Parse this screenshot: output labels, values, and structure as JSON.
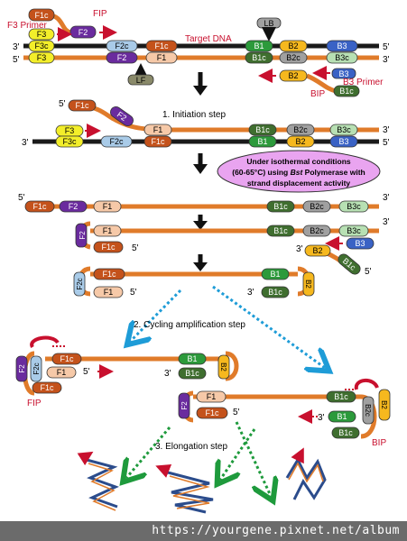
{
  "labels": {
    "f3_primer": "F3 Primer",
    "fip": "FIP",
    "target_dna": "Target DNA",
    "lb": "LB",
    "lf": "LF",
    "bip": "BIP",
    "b3_primer": "B3 Primer",
    "step1": "1. Initiation step",
    "isothermal_line1": "Under isothermal conditions",
    "isothermal_line2": "(60-65°C) using",
    "isothermal_bst": "Bst",
    "isothermal_line2b": "Polymerase with",
    "isothermal_line3": "strand displacement activity",
    "step2": "2. Cycling amplification step",
    "step3": "3. Elongation step",
    "fip_bottom": "FIP",
    "bip_bottom": "BIP",
    "end3": "3'",
    "end5": "5'"
  },
  "segments": {
    "F1c": "F1c",
    "F2": "F2",
    "F3": "F3",
    "F3c": "F3c",
    "F2c": "F2c",
    "F1": "F1",
    "B1": "B1",
    "B2": "B2",
    "B3": "B3",
    "B1c": "B1c",
    "B2c": "B2c",
    "B3c": "B3c"
  },
  "footer": "https://yourgene.pixnet.net/album",
  "colors": {
    "strand_orange": "#e07b2a",
    "strand_dark": "#1a1a1a",
    "F1c": "#c4521b",
    "F2": "#6a2b9e",
    "F3": "#f3ee2a",
    "F2c": "#a9cbe8",
    "F1": "#f6c9a8",
    "B1": "#2c9a3b",
    "B1c": "#3f6e2f",
    "B2": "#f6b81e",
    "B2c": "#a0a0a0",
    "B3": "#3a62c5",
    "B3c": "#b7e0b3",
    "label_red": "#c8102e",
    "bubble": "#e9a4f0",
    "dotted_blue": "#1e9cd7",
    "dotted_green": "#1e9a3c"
  }
}
